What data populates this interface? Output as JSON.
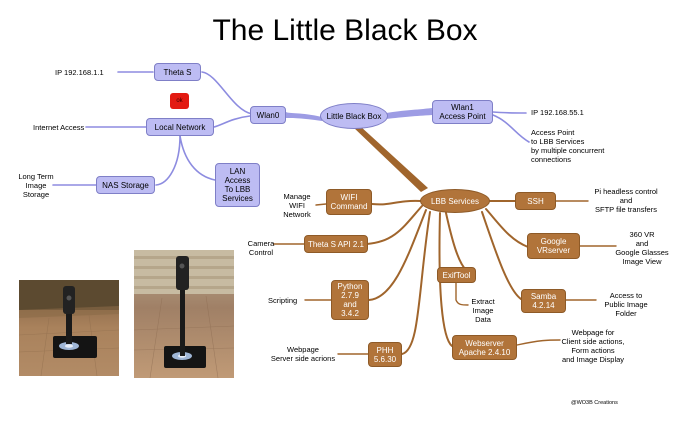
{
  "title": "The Little Black Box",
  "nodes": {
    "little_black_box": "Little Black Box",
    "lbb_services": "LBB Services",
    "theta_s": "Theta S",
    "ok": "ok",
    "local_network": "Local Network",
    "wlan0": "Wlan0",
    "wlan1": [
      "Wlan1",
      "Access Point"
    ],
    "lan_access": [
      "LAN",
      "Access",
      "To LBB",
      "Services"
    ],
    "nas_storage": "NAS Storage",
    "wifi_command": [
      "WIFI",
      "Command"
    ],
    "theta_api": "Theta S API 2.1",
    "python": [
      "Python",
      "2.7.9",
      "and",
      "3.4.2"
    ],
    "phh": [
      "PHH",
      "5.6.30"
    ],
    "exiftool": "ExifTool",
    "webserver": [
      "Webserver",
      "Apache 2.4.10"
    ],
    "ssh": "SSH",
    "google_vr": [
      "Google",
      "VRserver"
    ],
    "samba": [
      "Samba",
      "4.2.14"
    ]
  },
  "labels": {
    "ip1": "IP 192.168.1.1",
    "internet": "Internet Access",
    "long_term": [
      "Long Term",
      "Image",
      "Storage"
    ],
    "ip55": "IP 192.168.55.1",
    "access_point": [
      "Access Point",
      "to LBB Services",
      "by multiple concurrent",
      "connections"
    ],
    "manage_wifi": [
      "Manage",
      "WIFI",
      "Network"
    ],
    "camera_control": [
      "Camera",
      "Control"
    ],
    "scripting": "Scripting",
    "webpage_server": [
      "Webpage",
      "Server side acrions"
    ],
    "extract": [
      "Extract",
      "Image",
      "Data"
    ],
    "webpage_client": [
      "Webpage for",
      "Client side actions,",
      "Form actions",
      "and Image Display"
    ],
    "pi_headless": [
      "Pi headless control",
      "and",
      "SFTP file transfers"
    ],
    "vr360": [
      "360 VR",
      "and",
      "Google Glasses",
      "Image View"
    ],
    "access_public": [
      "Access to",
      "Public Image",
      "Folder"
    ]
  },
  "credit": "@WO3B Creations",
  "colors": {
    "blue_fill": "#bdbcf3",
    "blue_line": "#8d8ce0",
    "brown_fill": "#b1743a",
    "brown_line": "#a0652c",
    "red": "#e31b12"
  }
}
